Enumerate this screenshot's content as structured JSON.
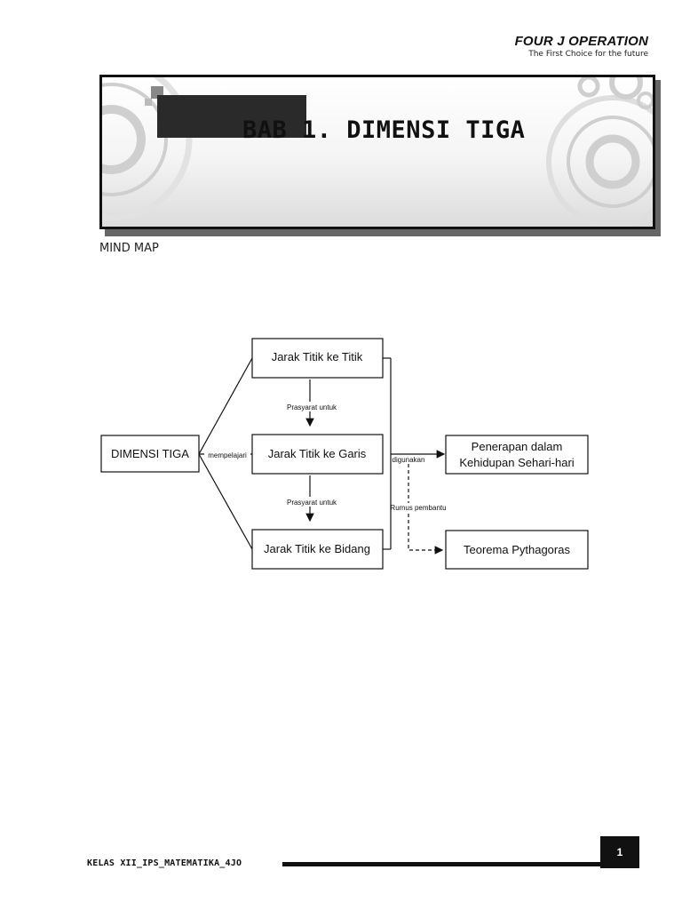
{
  "header": {
    "brand_name": "FOUR J OPERATION",
    "brand_tagline": "The First Choice for the future"
  },
  "banner": {
    "title": "BAB 1. DIMENSI TIGA"
  },
  "section": {
    "title": "MIND MAP"
  },
  "mindmap": {
    "root": "DIMENSI TIGA",
    "root_edge_label": "mempelajari",
    "topics": [
      "Jarak Titik ke Titik",
      "Jarak Titik ke Garis",
      "Jarak Titik ke Bidang"
    ],
    "prerequisite_label": "Prasyarat untuk",
    "application_edge_label": "digunakan",
    "application": [
      "Penerapan dalam",
      "Kehidupan Sehari-hari"
    ],
    "helper_edge_label": "Rumus pembantu",
    "helper": "Teorema Pythagoras"
  },
  "footer": {
    "course": "KELAS XII_IPS_MATEMATIKA_4JO",
    "page_number": "1"
  }
}
